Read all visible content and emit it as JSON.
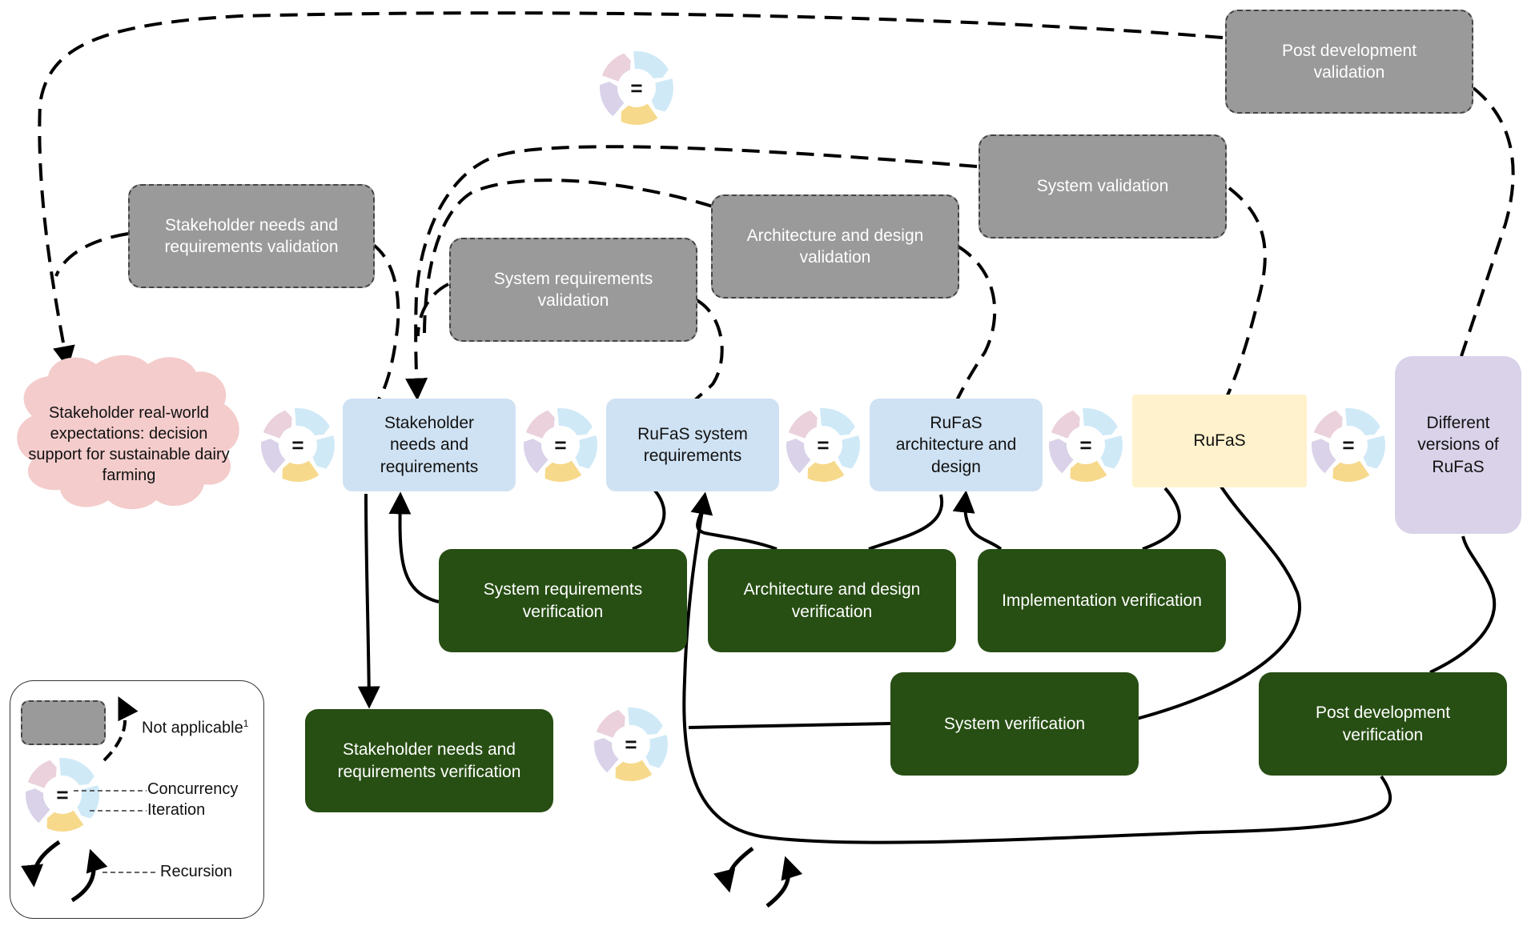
{
  "colors": {
    "validation_fill": "#9a9a9a",
    "verification_fill": "#274e13",
    "phase_fill": "#cfe2f3",
    "rufas_fill": "#fff2cc",
    "versions_fill": "#d9d2e9",
    "cloud_fill": "#f4cccc",
    "cycle_pink": "#ead1dc",
    "cycle_blue": "#cfe9f7",
    "cycle_purple": "#d9d2e9",
    "cycle_yellow": "#f6d98b"
  },
  "stakeholder": {
    "label": "Stakeholder real-world expectations: decision support for sustainable dairy farming"
  },
  "phases": {
    "needs": "Stakeholder\nneeds and\nrequirements",
    "system_requirements": "RuFaS system\nrequirements",
    "architecture": "RuFaS\narchitecture and\ndesign",
    "rufas": "RuFaS",
    "versions": "Different\nversions of\nRuFaS"
  },
  "validation": {
    "post_development": "Post development\nvalidation",
    "system": "System validation",
    "stakeholder_needs": "Stakeholder needs and\nrequirements validation",
    "architecture": "Architecture and design\nvalidation",
    "system_requirements": "System requirements\nvalidation"
  },
  "verification": {
    "system_requirements": "System requirements\nverification",
    "architecture": "Architecture and design\nverification",
    "implementation": "Implementation verification",
    "stakeholder_needs": "Stakeholder needs and\nrequirements verification",
    "system": "System verification",
    "post_development": "Post development\nverification"
  },
  "cycle_icons": {
    "symbol": "=",
    "icon": "concurrency-iteration-icon"
  },
  "legend": {
    "not_applicable": "Not applicable",
    "footnote_mark": "1",
    "concurrency": "Concurrency",
    "iteration": "Iteration",
    "recursion": "Recursion"
  }
}
